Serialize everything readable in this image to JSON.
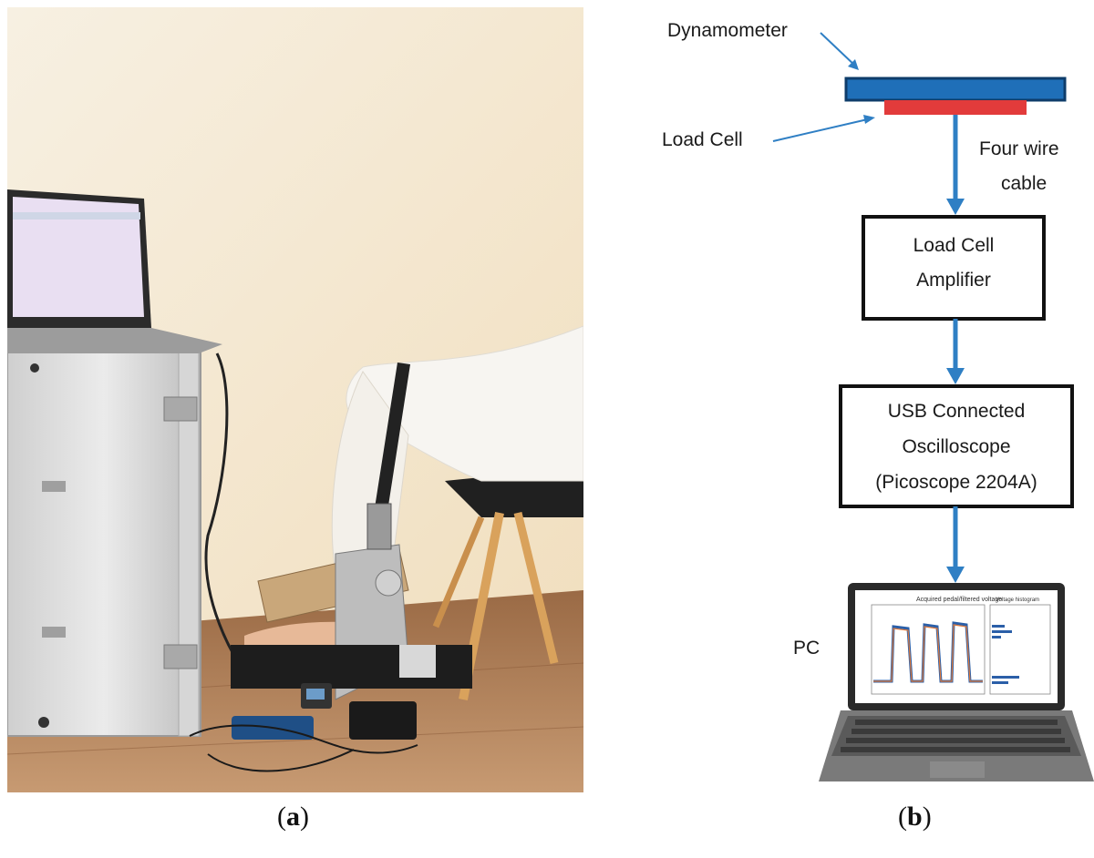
{
  "photo_panel": {
    "caption_open": "(",
    "caption_letter": "a",
    "caption_close": ")"
  },
  "diagram_panel": {
    "caption_open": "(",
    "caption_letter": "b",
    "caption_close": ")",
    "labels": {
      "dynamometer": "Dynamometer",
      "load_cell": "Load Cell",
      "cable_line1": "Four wire",
      "cable_line2": "cable",
      "pc": "PC"
    },
    "boxes": {
      "amplifier_line1": "Load Cell",
      "amplifier_line2": "Amplifier",
      "scope_line1": "USB Connected",
      "scope_line2": "Oscilloscope",
      "scope_line3": "(Picoscope 2204A)"
    },
    "screen": {
      "left_plot_title": "Acquired pedal/filtered voltage",
      "right_plot_title": "Voltage histogram"
    },
    "colors": {
      "dynamometer_bar": "#1f6fb8",
      "load_cell_bar": "#e23b3b",
      "arrow": "#2f7fc4",
      "signal_blue": "#2b5fa8",
      "signal_orange": "#e07a3a"
    }
  }
}
